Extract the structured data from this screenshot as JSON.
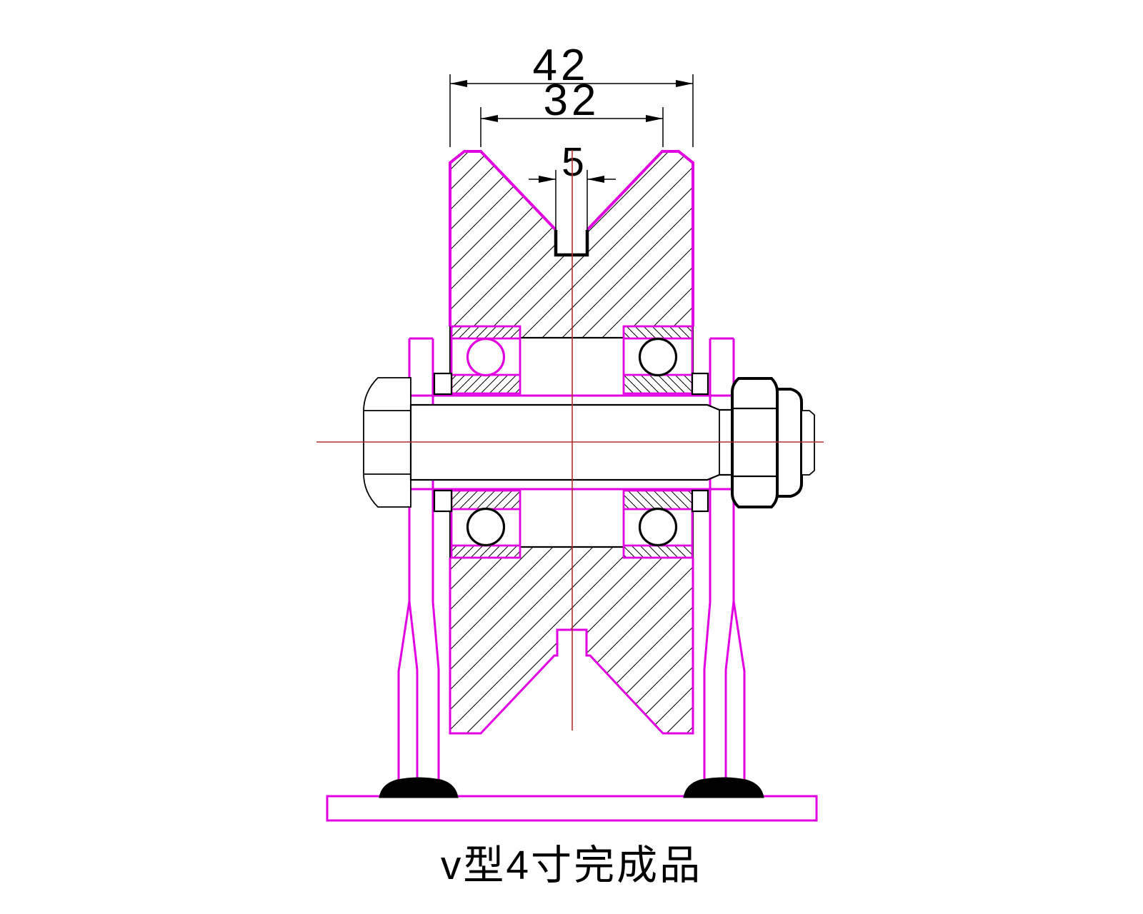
{
  "drawing_title": {
    "caption": "v型4寸完成品"
  },
  "dimensions": {
    "outer_width": "42",
    "groove_top_width": "32",
    "slot_width": "5"
  },
  "colors": {
    "magenta": "#E100E1",
    "line": "#000000",
    "centerline": "#B03030",
    "paper": "#FFFFFF"
  }
}
